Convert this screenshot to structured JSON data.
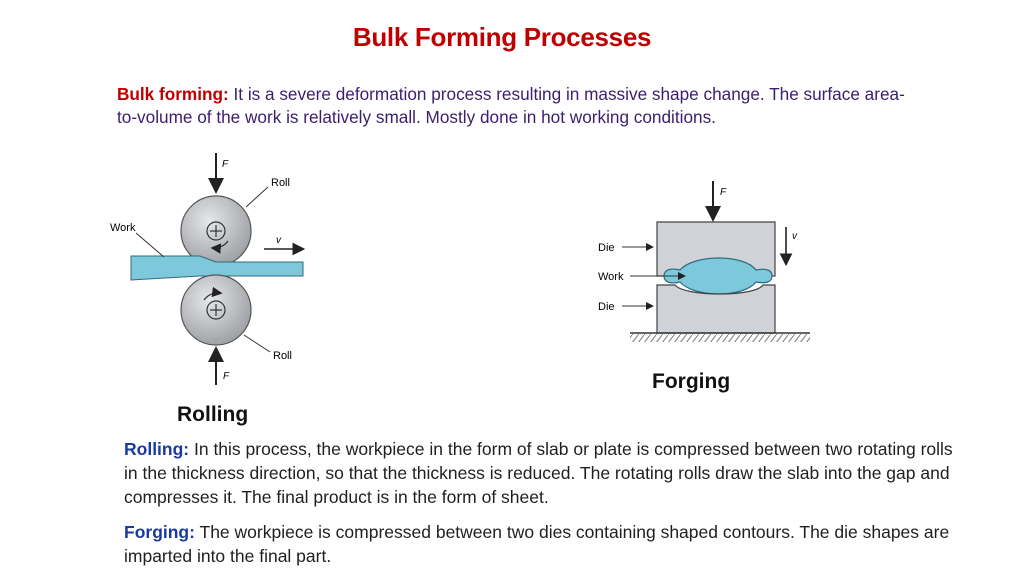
{
  "slide": {
    "title": "Bulk Forming Processes",
    "intro": {
      "term": "Bulk forming:",
      "text": " It is a severe deformation process resulting in massive shape change. The surface area-to-volume of the work is relatively small. Mostly done in hot working conditions."
    },
    "rolling_figure": {
      "caption": "Rolling",
      "labels": {
        "force_top": "F",
        "force_bottom": "F",
        "roll_top": "Roll",
        "roll_bottom": "Roll",
        "work": "Work",
        "velocity": "v"
      }
    },
    "forging_figure": {
      "caption": "Forging",
      "labels": {
        "force": "F",
        "velocity": "v",
        "die_top": "Die",
        "work": "Work",
        "die_bottom": "Die"
      }
    },
    "rolling_desc": {
      "term": "Rolling:",
      "text": " In this process, the workpiece in the form of slab or plate is compressed between two rotating rolls in the thickness direction, so that the thickness is reduced. The rotating rolls draw the slab into the gap and compresses it. The final product is in the form of sheet."
    },
    "forging_desc": {
      "term": "Forging:",
      "text": " The workpiece is compressed between two dies containing shaped contours. The die shapes are imparted into the final part."
    }
  },
  "colors": {
    "title": "#c00000",
    "term_blue": "#1a3a9e",
    "work": "#7ec8dc",
    "die": "#cfd2d6",
    "roll": "#b5b8bc"
  }
}
